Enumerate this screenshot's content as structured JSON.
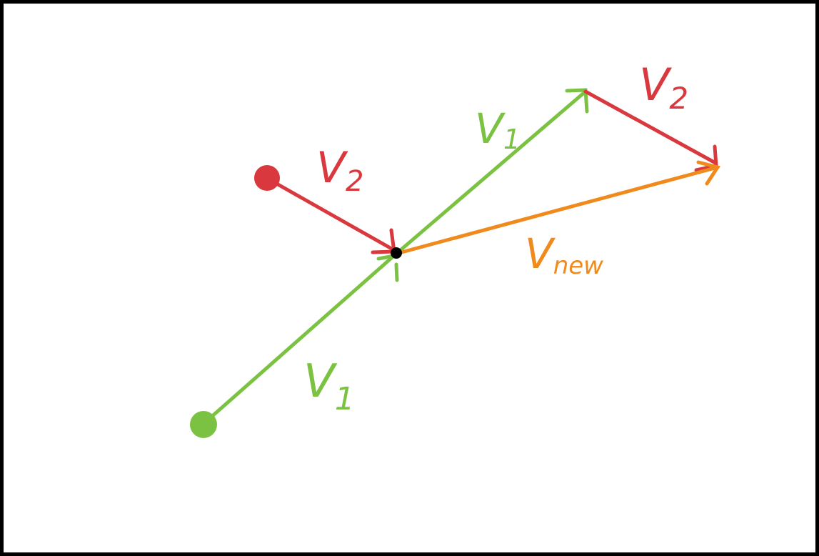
{
  "colors": {
    "v1": "#7cc242",
    "v2": "#d9393e",
    "vnew": "#f08a1c",
    "point": "#000000",
    "border": "#000000",
    "background": "#ffffff"
  },
  "labels": {
    "v1_main": "V",
    "v1_main_sub": "1",
    "v1_top": "V",
    "v1_top_sub": "1",
    "v2_left": "V",
    "v2_left_sub": "2",
    "v2_top": "V",
    "v2_top_sub": "2",
    "vnew": "V",
    "vnew_sub": "new"
  }
}
